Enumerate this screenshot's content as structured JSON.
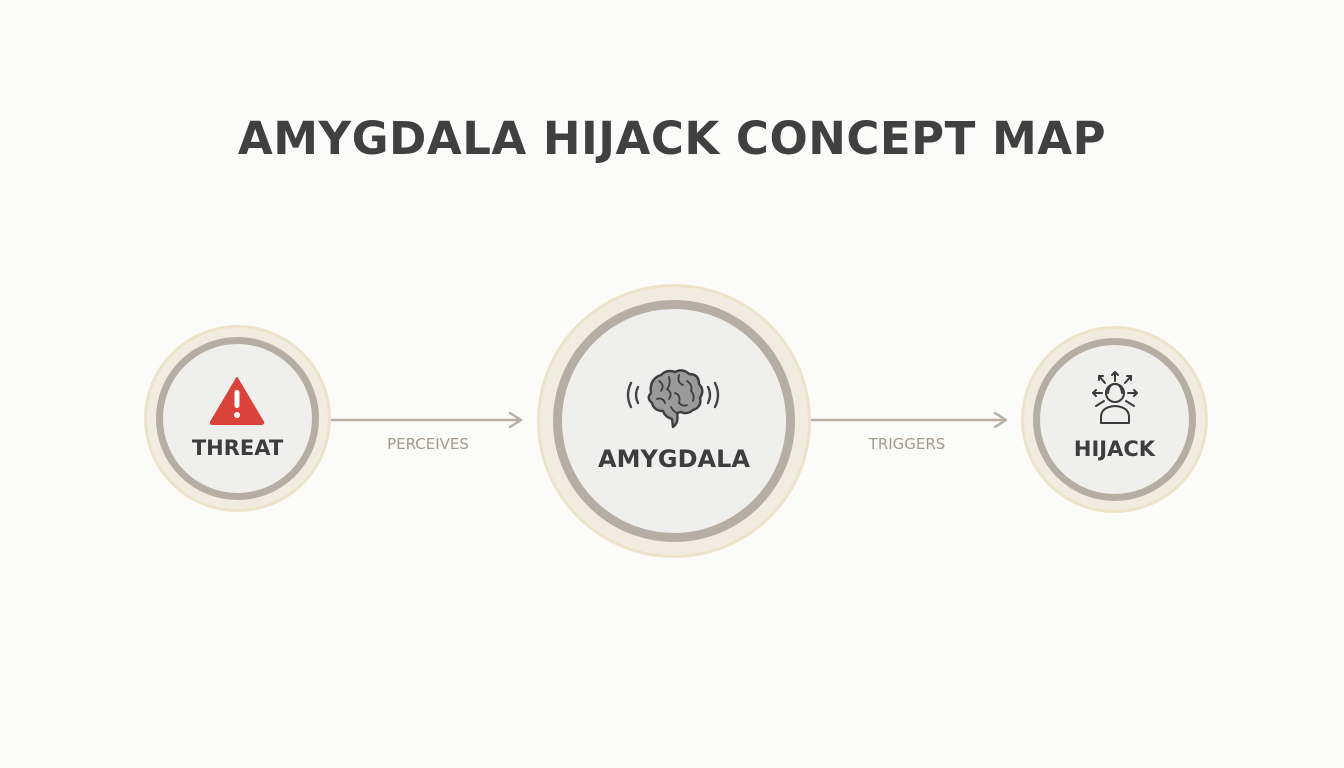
{
  "title": "AMYGDALA HIJACK CONCEPT MAP",
  "nodes": [
    {
      "id": "threat",
      "label": "THREAT",
      "icon": "warning-triangle-icon"
    },
    {
      "id": "amygdala",
      "label": "AMYGDALA",
      "icon": "brain-icon"
    },
    {
      "id": "hijack",
      "label": "HIJACK",
      "icon": "person-overwhelmed-icon"
    }
  ],
  "edges": [
    {
      "from": "threat",
      "to": "amygdala",
      "label": "PERCEIVES"
    },
    {
      "from": "amygdala",
      "to": "hijack",
      "label": "TRIGGERS"
    }
  ],
  "colors": {
    "title": "#404040",
    "outer_fill": "#f0ece0",
    "ring": "#b6aea2",
    "inner_fill": "#efefee",
    "arrow": "#b8b0a2",
    "edge_label": "#a39a8c",
    "warning": "#d9433a"
  }
}
